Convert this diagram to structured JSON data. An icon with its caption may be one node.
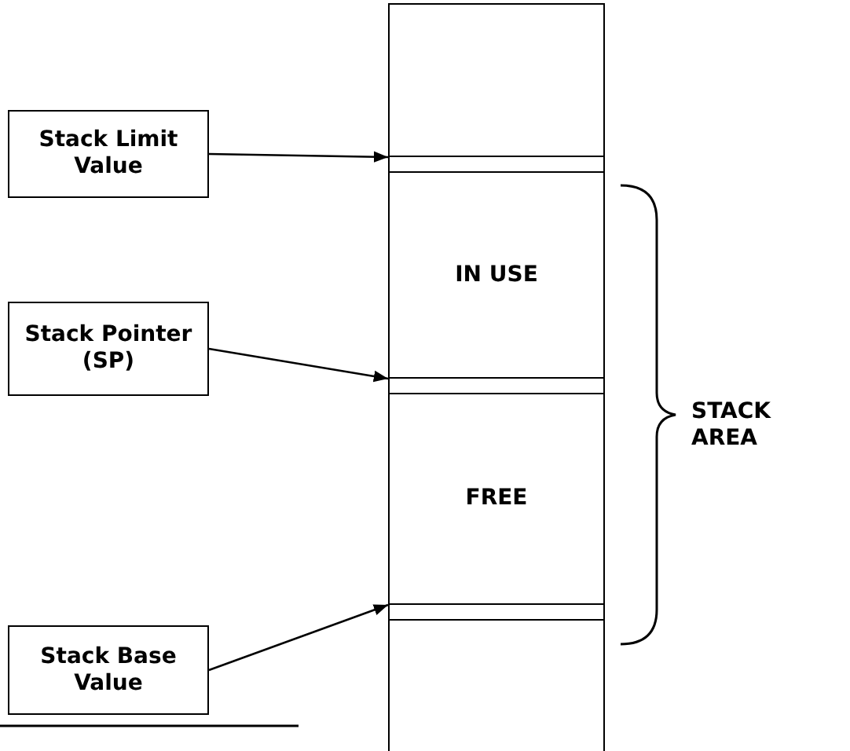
{
  "diagram": {
    "nodes": [
      {
        "text": [
          "Stack Limit Value"
        ]
      },
      {
        "text": [
          "Stack Pointer (SP)"
        ]
      },
      {
        "text": [
          "Stack Base Value"
        ]
      },
      {
        "text": [],
        "shape": "box"
      },
      {
        "text": [],
        "shape": "bar",
        "in": 3
      },
      {
        "text": [
          "IN USE"
        ],
        "in": 3
      },
      {
        "text": [],
        "shape": "bar",
        "in": 3
      },
      {
        "text": [
          "FREE"
        ],
        "in": 3
      },
      {
        "text": [],
        "shape": "bar",
        "in": 3
      }
    ],
    "edges": [
      {
        "from": 0,
        "to": 4,
        "arrow": "to"
      },
      {
        "from": 1,
        "to": 6,
        "arrow": "to"
      },
      {
        "from": 2,
        "to": 8,
        "arrow": "to"
      }
    ],
    "labels": [
      "STACK AREA"
    ]
  }
}
